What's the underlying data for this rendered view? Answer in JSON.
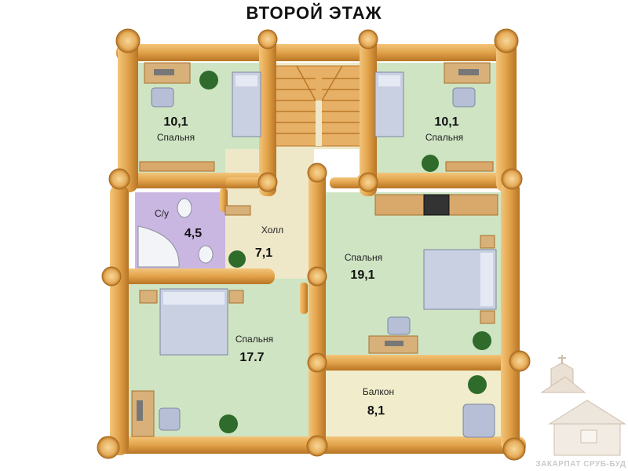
{
  "plan": {
    "title": "ВТОРОЙ ЭТАЖ",
    "rooms": [
      {
        "id": "bedroom-nw",
        "name": "Спальня",
        "area": "10,1"
      },
      {
        "id": "bedroom-ne",
        "name": "Спальня",
        "area": "10,1"
      },
      {
        "id": "bathroom",
        "name": "С/у",
        "area": "4,5"
      },
      {
        "id": "hall",
        "name": "Холл",
        "area": "7,1"
      },
      {
        "id": "bedroom-e",
        "name": "Спальня",
        "area": "19,1"
      },
      {
        "id": "bedroom-sw",
        "name": "Спальня",
        "area": "17.7"
      },
      {
        "id": "balcony",
        "name": "Балкон",
        "area": "8,1"
      }
    ]
  },
  "logo": {
    "text": "ЗАКАРПАТ СРУБ-БУД"
  },
  "colors": {
    "bedroom_floor": "#cfe4c3",
    "bath_floor": "#c9b6e1",
    "hall_floor": "#eee8c8",
    "balcony_floor": "#f1edcc",
    "log": "#e0a34a",
    "log_dark": "#b97826",
    "furniture": "#b6bfd6"
  }
}
